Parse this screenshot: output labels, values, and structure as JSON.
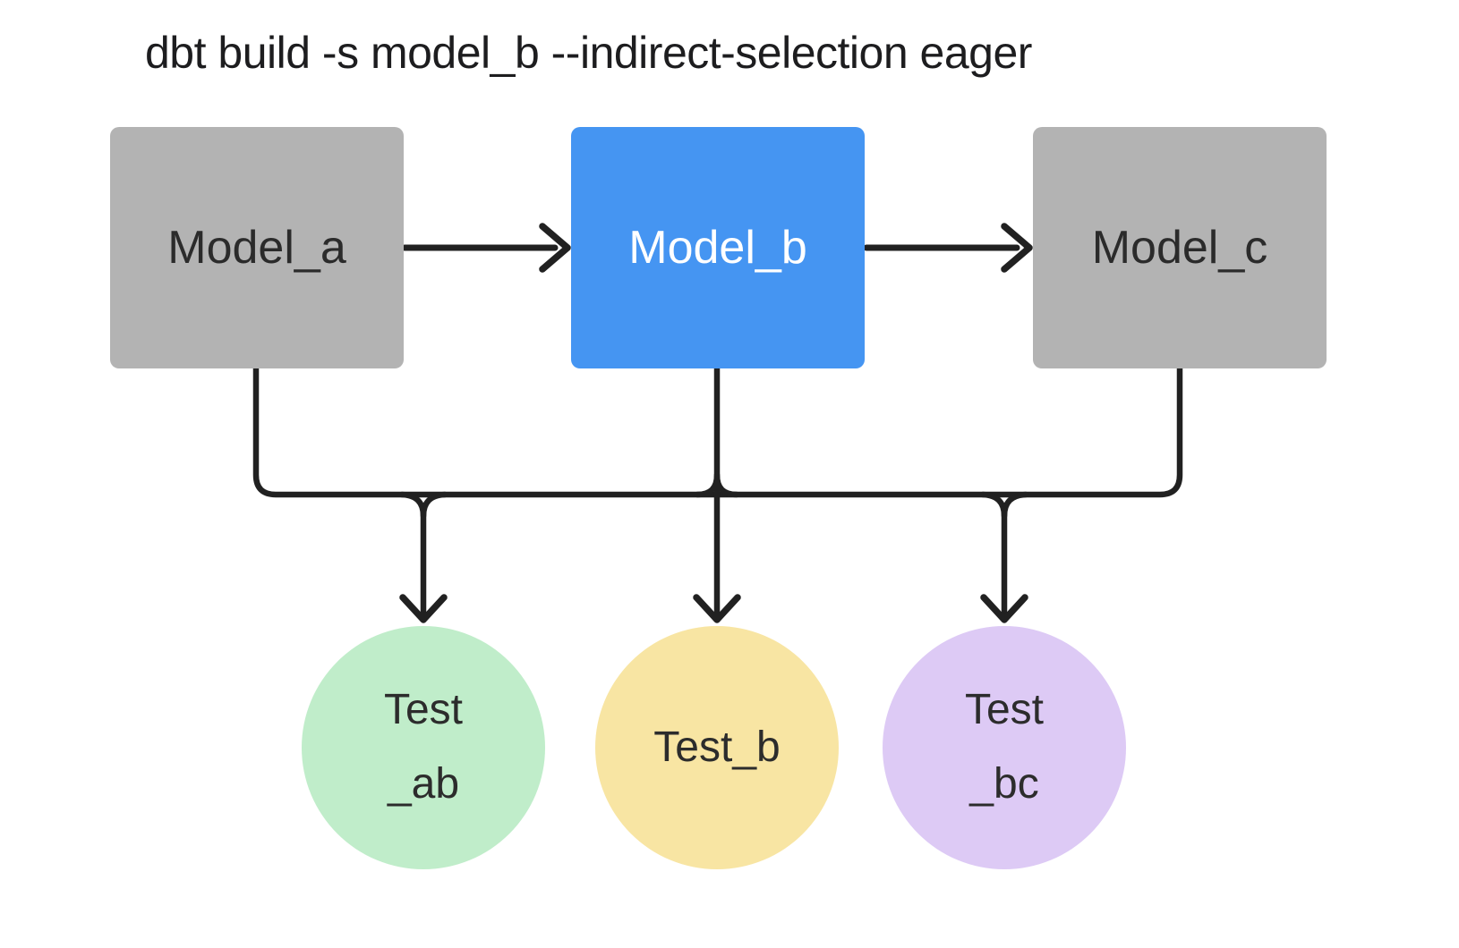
{
  "title": "dbt build -s model_b --indirect-selection eager",
  "colors": {
    "background": "#ffffff",
    "line": "#212121",
    "title_text": "#1d1d1f",
    "model_default_fill": "#b3b3b3",
    "model_default_text": "#2b2b2b",
    "model_selected_fill": "#4595f2",
    "model_selected_text": "#ffffff",
    "test_ab_fill": "#c0edca",
    "test_b_fill": "#f8e5a3",
    "test_bc_fill": "#ddcaf5",
    "test_text": "#2c2c2c"
  },
  "nodes": {
    "model_a": {
      "label": "Model_a",
      "kind": "model",
      "state": "unselected"
    },
    "model_b": {
      "label": "Model_b",
      "kind": "model",
      "state": "selected"
    },
    "model_c": {
      "label": "Model_c",
      "kind": "model",
      "state": "unselected"
    },
    "test_ab": {
      "lines": [
        "Test",
        "_ab"
      ],
      "kind": "test"
    },
    "test_b": {
      "lines": [
        "Test_b"
      ],
      "kind": "test"
    },
    "test_bc": {
      "lines": [
        "Test",
        "_bc"
      ],
      "kind": "test"
    }
  },
  "edges": [
    {
      "from": "model_a",
      "to": "model_b",
      "style": "arrow-right"
    },
    {
      "from": "model_b",
      "to": "model_c",
      "style": "arrow-right"
    },
    {
      "from": "model_a",
      "to": "shared-bus",
      "style": "line-down"
    },
    {
      "from": "model_b",
      "to": "shared-bus",
      "style": "line-down"
    },
    {
      "from": "model_c",
      "to": "shared-bus",
      "style": "line-down"
    },
    {
      "from": "shared-bus",
      "to": "test_ab",
      "style": "arrow-down"
    },
    {
      "from": "shared-bus",
      "to": "test_b",
      "style": "arrow-down"
    },
    {
      "from": "shared-bus",
      "to": "test_bc",
      "style": "arrow-down"
    }
  ]
}
